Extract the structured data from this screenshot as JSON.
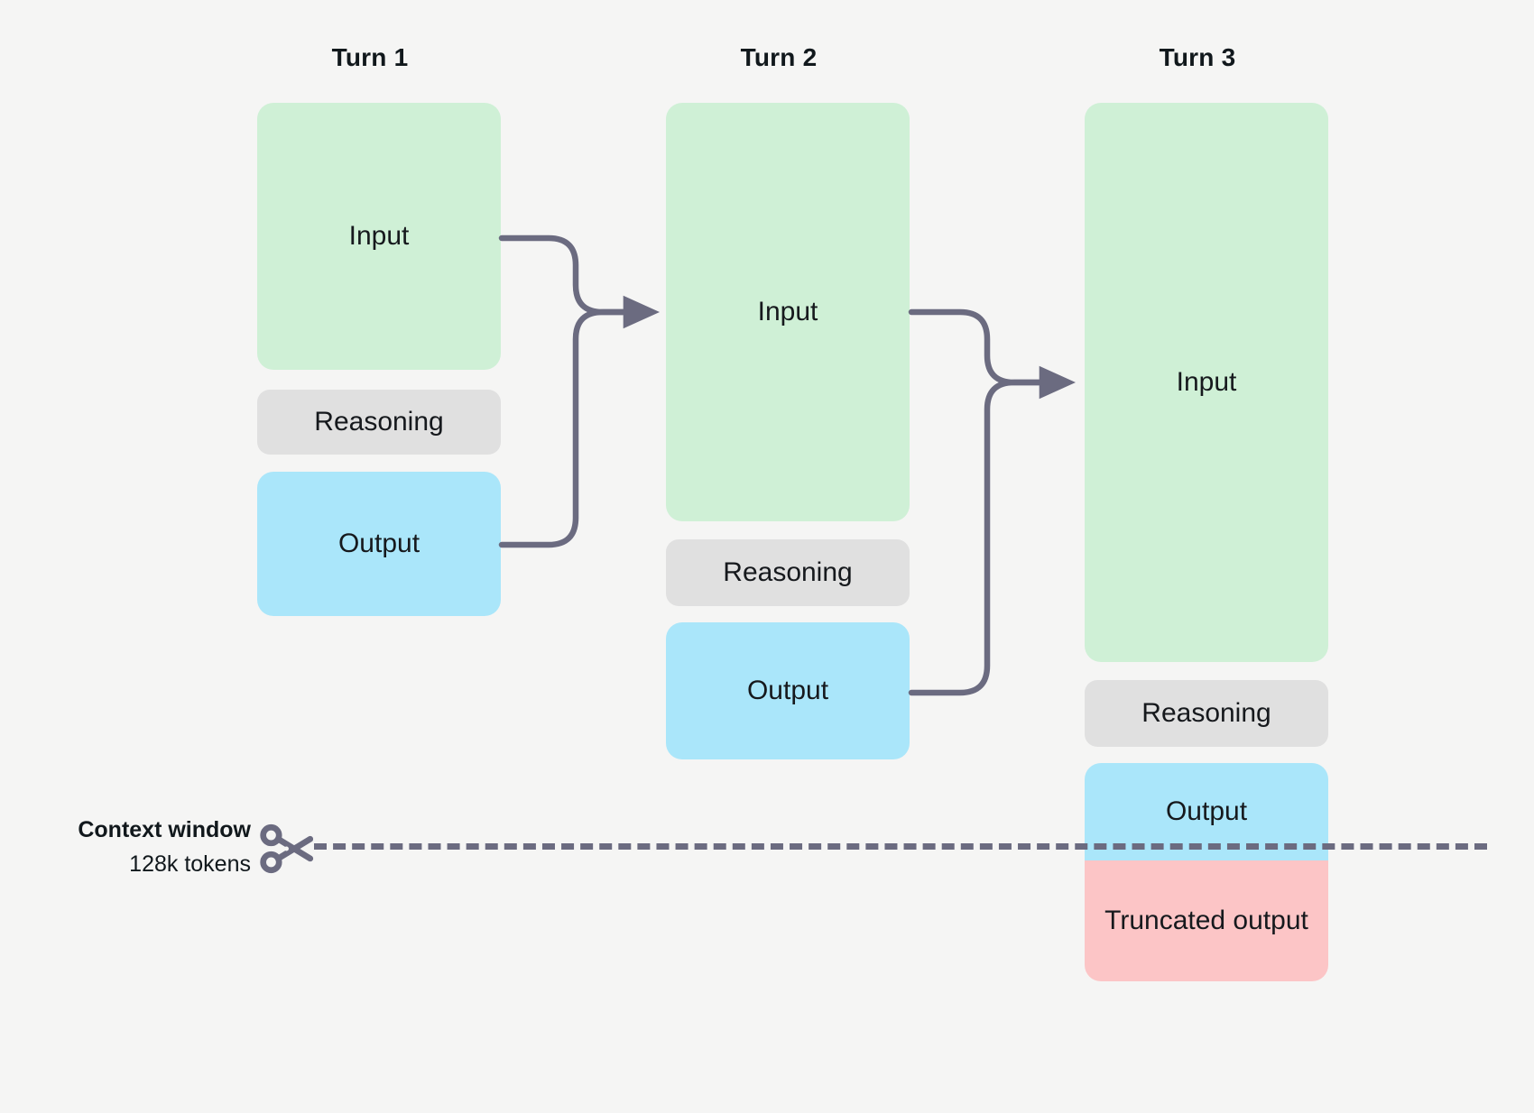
{
  "diagram": {
    "title_row": {
      "turn1": "Turn 1",
      "turn2": "Turn 2",
      "turn3": "Turn 3"
    },
    "columns": [
      {
        "id": "turn1",
        "label": "Turn 1",
        "blocks": [
          {
            "id": "input",
            "label": "Input",
            "color": "#cff0d6"
          },
          {
            "id": "reasoning",
            "label": "Reasoning",
            "color": "#e0e0e0"
          },
          {
            "id": "output",
            "label": "Output",
            "color": "#aae6fa"
          }
        ]
      },
      {
        "id": "turn2",
        "label": "Turn 2",
        "blocks": [
          {
            "id": "input",
            "label": "Input",
            "color": "#cff0d6"
          },
          {
            "id": "reasoning",
            "label": "Reasoning",
            "color": "#e0e0e0"
          },
          {
            "id": "output",
            "label": "Output",
            "color": "#aae6fa"
          }
        ]
      },
      {
        "id": "turn3",
        "label": "Turn 3",
        "blocks": [
          {
            "id": "input",
            "label": "Input",
            "color": "#cff0d6"
          },
          {
            "id": "reasoning",
            "label": "Reasoning",
            "color": "#e0e0e0"
          },
          {
            "id": "output",
            "label": "Output",
            "color": "#aae6fa"
          },
          {
            "id": "truncated",
            "label": "Truncated output",
            "color": "#fcc5c6"
          }
        ]
      }
    ],
    "context_window": {
      "title": "Context window",
      "subtitle": "128k tokens",
      "icon": "scissors-icon",
      "line_style": "dashed",
      "line_color": "#6b6b80"
    },
    "connectors": [
      {
        "id": "turn1-to-turn2",
        "from": [
          "turn1.input",
          "turn1.output"
        ],
        "to": "turn2.input"
      },
      {
        "id": "turn2-to-turn3",
        "from": [
          "turn2.input",
          "turn2.output"
        ],
        "to": "turn3.input"
      }
    ],
    "palette": {
      "background": "#f5f5f4",
      "input": "#cff0d6",
      "reasoning": "#e0e0e0",
      "output": "#aae6fa",
      "truncated": "#fcc5c6",
      "connector": "#6b6b80",
      "text": "#16191d"
    }
  }
}
